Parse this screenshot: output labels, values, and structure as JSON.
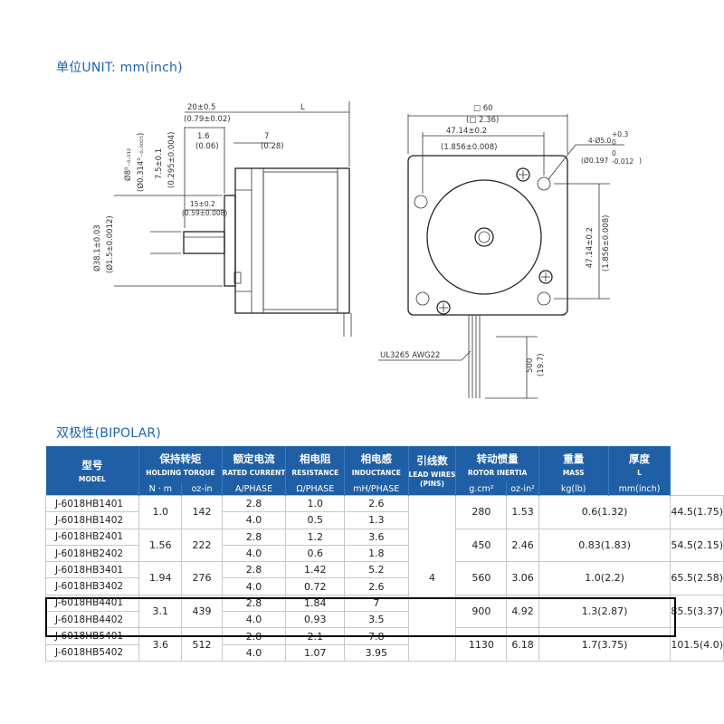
{
  "headings": {
    "unit": "单位UNIT: mm(inch)",
    "bipolar": "双极性(BIPOLAR)"
  },
  "drawing_labels": {
    "shaft_len": "20±0.5",
    "shaft_len_in": "(0.79±0.02)",
    "length": "L",
    "flange_1": "1.6",
    "flange_1_in": "(0.06)",
    "flange_2": "7",
    "flange_2_in": "(0.28)",
    "flat_len": "15±0.2",
    "flat_len_in": "(0.59±0.008)",
    "shaft_dia": "Ø8⁰₋₀.₀₁₂",
    "shaft_dia_in": "(Ø0.314⁰₋₀.₀₀₀₅)",
    "flat_depth": "7.5±0.1",
    "flat_depth_in": "(0.295±0.004)",
    "boss_dia": "Ø38.1±0.03",
    "boss_dia_in": "(Ø1.5±0.0012)",
    "square": "□ 60",
    "square_in": "(□ 2.36)",
    "hole_spacing": "47.14±0.2",
    "hole_spacing_in": "(1.856±0.008)",
    "hole_spacing_v": "47.14±0.2",
    "hole_spacing_v_in": "(1.856±0.008)",
    "hole": "4-Ø5.0",
    "hole_tol_plus": "+0.3",
    "hole_tol_zero": "0",
    "hole_in": "(Ø0.197",
    "hole_in_tol_zero": "0",
    "hole_in_tol_minus": "-0.012",
    "hole_in_close": ")",
    "wire": "UL3265  AWG22",
    "lead_len": "500",
    "lead_len_in": "(19.7)"
  },
  "table": {
    "headers": [
      {
        "cn": "型号",
        "en": "MODEL"
      },
      {
        "cn": "保持转矩",
        "en": "HOLDING TORQUE"
      },
      {
        "cn": "额定电流",
        "en": "RATED CURRENT"
      },
      {
        "cn": "相电阻",
        "en": "RESISTANCE"
      },
      {
        "cn": "相电感",
        "en": "INDUCTANCE"
      },
      {
        "cn": "引线数",
        "en": "LEAD WIRES",
        "en2": "(PINS)"
      },
      {
        "cn": "转动惯量",
        "en": "ROTOR INERTIA"
      },
      {
        "cn": "重量",
        "en": "MASS"
      },
      {
        "cn": "厚度",
        "en": "L"
      }
    ],
    "units": [
      "N · m",
      "oz-in",
      "A/PHASE",
      "Ω/PHASE",
      "mH/PHASE",
      "g.cm²",
      "oz-in²",
      "kg(lb)",
      "mm(inch)"
    ],
    "groups": [
      {
        "models": [
          "J-6018HB1401",
          "J-6018HB1402"
        ],
        "nm": "1.0",
        "ozin": "142",
        "current": [
          "2.8",
          "4.0"
        ],
        "resistance": [
          "1.0",
          "0.5"
        ],
        "inductance": [
          "2.6",
          "1.3"
        ],
        "gcm2": "280",
        "ozin2": "1.53",
        "mass": "0.6(1.32)",
        "length": "44.5(1.75)"
      },
      {
        "models": [
          "J-6018HB2401",
          "J-6018HB2402"
        ],
        "nm": "1.56",
        "ozin": "222",
        "current": [
          "2.8",
          "4.0"
        ],
        "resistance": [
          "1.2",
          "0.6"
        ],
        "inductance": [
          "3.6",
          "1.8"
        ],
        "gcm2": "450",
        "ozin2": "2.46",
        "mass": "0.83(1.83)",
        "length": "54.5(2.15)"
      },
      {
        "models": [
          "J-6018HB3401",
          "J-6018HB3402"
        ],
        "nm": "1.94",
        "ozin": "276",
        "current": [
          "2.8",
          "4.0"
        ],
        "resistance": [
          "1.42",
          "0.72"
        ],
        "inductance": [
          "5.2",
          "2.6"
        ],
        "gcm2": "560",
        "ozin2": "3.06",
        "mass": "1.0(2.2)",
        "length": "65.5(2.58)"
      },
      {
        "models": [
          "J-6018HB4401",
          "J-6018HB4402"
        ],
        "nm": "3.1",
        "ozin": "439",
        "current": [
          "2.8",
          "4.0"
        ],
        "resistance": [
          "1.84",
          "0.93"
        ],
        "inductance": [
          "7",
          "3.5"
        ],
        "gcm2": "900",
        "ozin2": "4.92",
        "mass": "1.3(2.87)",
        "length": "85.5(3.37)"
      },
      {
        "models": [
          "J-6018HB5401",
          "J-6018HB5402"
        ],
        "nm": "3.6",
        "ozin": "512",
        "current": [
          "2.8",
          "4.0"
        ],
        "resistance": [
          "2.1",
          "1.07"
        ],
        "inductance": [
          "7.8",
          "3.95"
        ],
        "gcm2": "1130",
        "ozin2": "6.18",
        "mass": "1.7(3.75)",
        "length": "101.5(4.0)"
      }
    ],
    "lead_wires": "4"
  }
}
